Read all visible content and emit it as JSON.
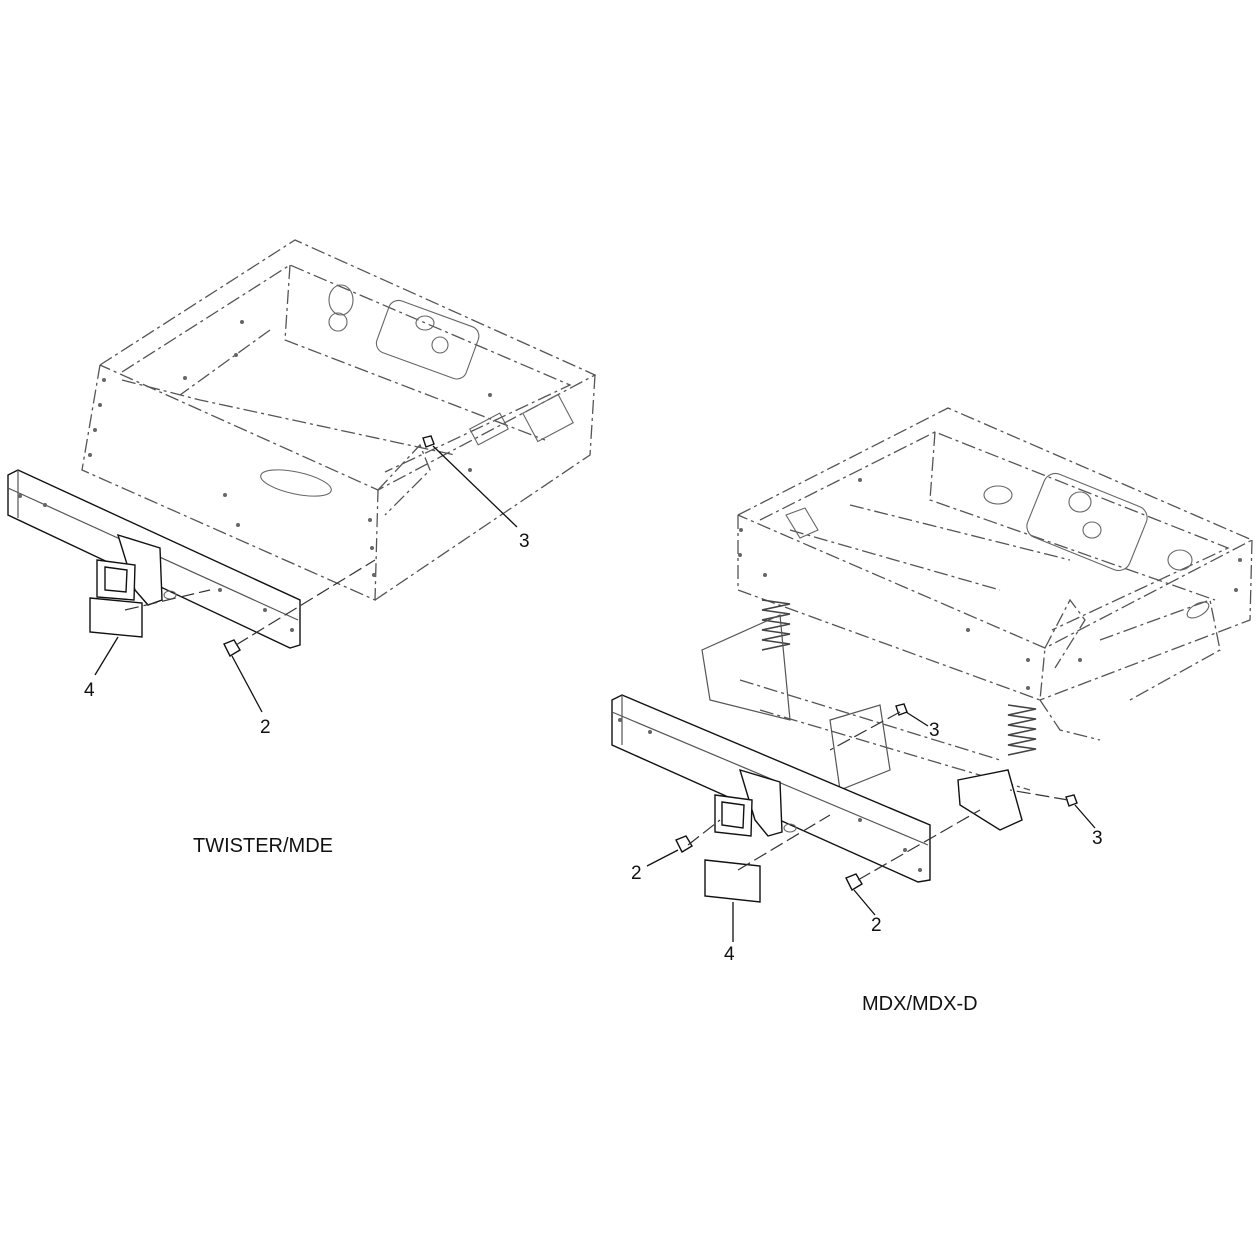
{
  "left_view": {
    "caption": "TWISTER/MDE",
    "callouts": {
      "bolt": "2",
      "nut": "3",
      "decal": "4"
    }
  },
  "right_view": {
    "caption": "MDX/MDX-D",
    "callouts": {
      "bolt_left": "2",
      "bolt_right": "2",
      "nut_center": "3",
      "nut_right": "3",
      "decal": "4"
    }
  }
}
